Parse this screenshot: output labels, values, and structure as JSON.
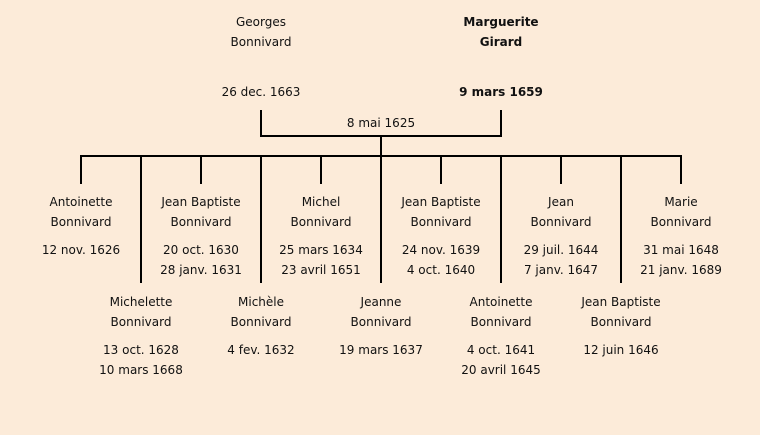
{
  "parents": [
    {
      "first": "Georges",
      "last": "Bonnivard",
      "date": "26 dec. 1663",
      "bold": false
    },
    {
      "first": "Marguerite",
      "last": "Girard",
      "date": "9 mars 1659",
      "bold": true
    }
  ],
  "marriage_date": "8 mai 1625",
  "children": [
    {
      "first": "Antoinette",
      "last": "Bonnivard",
      "date1": "12 nov. 1626",
      "date2": ""
    },
    {
      "first": "Michelette",
      "last": "Bonnivard",
      "date1": "13 oct. 1628",
      "date2": "10 mars 1668"
    },
    {
      "first": "Jean Baptiste",
      "last": "Bonnivard",
      "date1": "20 oct. 1630",
      "date2": "28 janv. 1631"
    },
    {
      "first": "Michèle",
      "last": "Bonnivard",
      "date1": "4 fev. 1632",
      "date2": ""
    },
    {
      "first": "Michel",
      "last": "Bonnivard",
      "date1": "25 mars 1634",
      "date2": "23 avril 1651"
    },
    {
      "first": "Jeanne",
      "last": "Bonnivard",
      "date1": "19 mars 1637",
      "date2": ""
    },
    {
      "first": "Jean Baptiste",
      "last": "Bonnivard",
      "date1": "24 nov. 1639",
      "date2": "4 oct. 1640"
    },
    {
      "first": "Antoinette",
      "last": "Bonnivard",
      "date1": "4 oct. 1641",
      "date2": "20 avril 1645"
    },
    {
      "first": "Jean",
      "last": "Bonnivard",
      "date1": "29 juil. 1644",
      "date2": "7 janv. 1647"
    },
    {
      "first": "Jean Baptiste",
      "last": "Bonnivard",
      "date1": "12 juin 1646",
      "date2": ""
    },
    {
      "first": "Marie",
      "last": "Bonnivard",
      "date1": "31 mai 1648",
      "date2": "21 janv. 1689"
    }
  ]
}
